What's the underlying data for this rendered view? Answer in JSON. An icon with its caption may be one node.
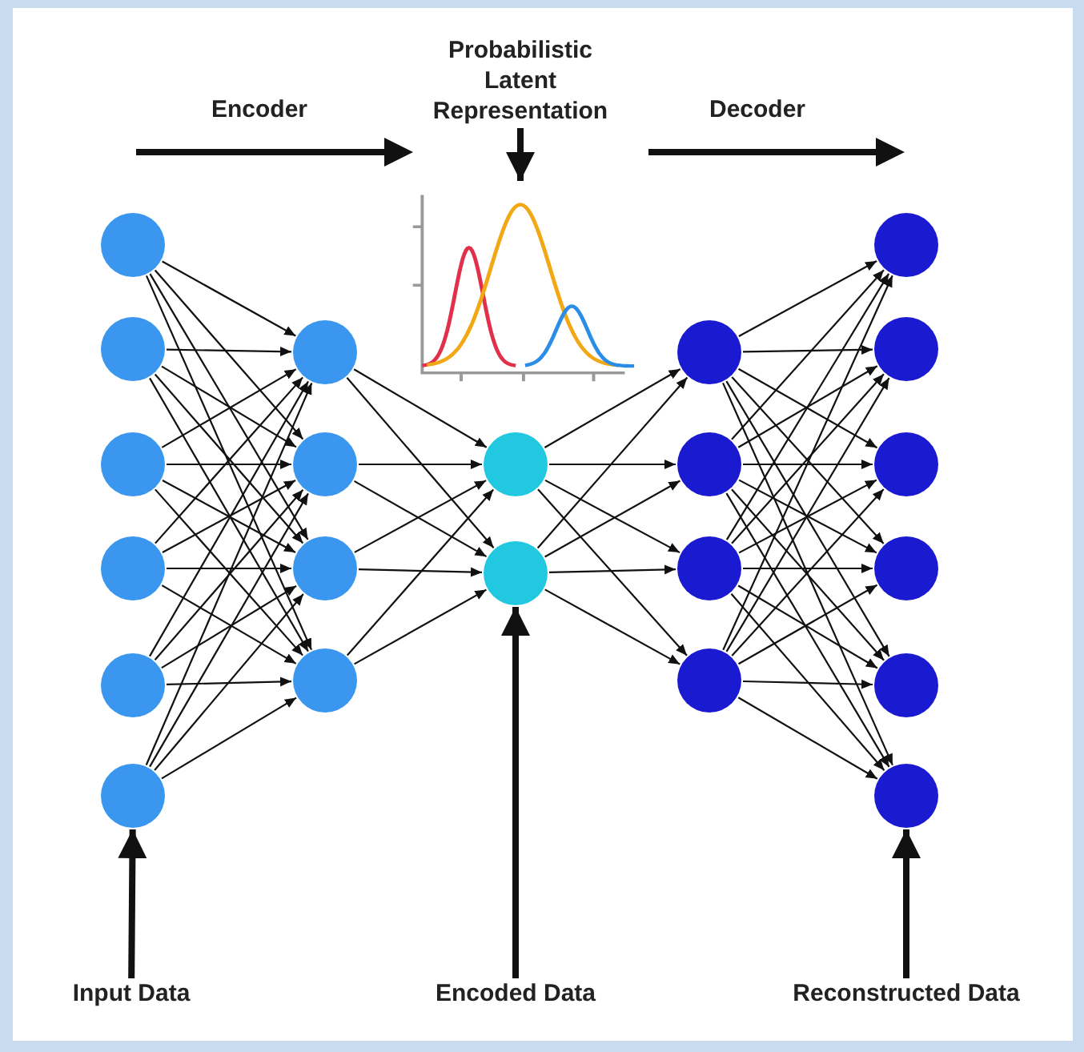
{
  "diagram": {
    "nodes": [
      {
        "text": [
          "Probabilistic Latent Representation"
        ]
      },
      {
        "text": [],
        "shape": "picture"
      },
      {
        "text": [],
        "shape": "circle"
      },
      {
        "text": [],
        "shape": "circle"
      },
      {
        "text": [],
        "shape": "circle"
      },
      {
        "text": [],
        "shape": "circle"
      },
      {
        "text": [],
        "shape": "circle"
      },
      {
        "text": [],
        "shape": "circle"
      },
      {
        "text": [],
        "shape": "circle"
      },
      {
        "text": [],
        "shape": "circle"
      },
      {
        "text": [],
        "shape": "circle"
      },
      {
        "text": [],
        "shape": "circle"
      },
      {
        "text": [],
        "shape": "circle"
      },
      {
        "text": [],
        "shape": "circle"
      },
      {
        "text": [],
        "shape": "circle"
      },
      {
        "text": [],
        "shape": "circle"
      },
      {
        "text": [],
        "shape": "circle"
      },
      {
        "text": [],
        "shape": "circle"
      },
      {
        "text": [],
        "shape": "circle"
      },
      {
        "text": [],
        "shape": "circle"
      },
      {
        "text": [],
        "shape": "circle"
      },
      {
        "text": [],
        "shape": "circle"
      },
      {
        "text": [],
        "shape": "circle"
      },
      {
        "text": [],
        "shape": "circle"
      },
      {
        "text": [
          "Input Data"
        ]
      },
      {
        "text": [
          "Encoded Data"
        ]
      },
      {
        "text": [
          "Reconstructed Data"
        ]
      }
    ],
    "edges": [
      {
        "from": 0,
        "to": 1,
        "arrow": "to",
        "style": "thick"
      },
      {
        "from": 2,
        "to": 8,
        "arrow": "to"
      },
      {
        "from": 2,
        "to": 9,
        "arrow": "to"
      },
      {
        "from": 2,
        "to": 10,
        "arrow": "to"
      },
      {
        "from": 2,
        "to": 11,
        "arrow": "to"
      },
      {
        "from": 3,
        "to": 8,
        "arrow": "to"
      },
      {
        "from": 3,
        "to": 9,
        "arrow": "to"
      },
      {
        "from": 3,
        "to": 10,
        "arrow": "to"
      },
      {
        "from": 3,
        "to": 11,
        "arrow": "to"
      },
      {
        "from": 4,
        "to": 8,
        "arrow": "to"
      },
      {
        "from": 4,
        "to": 9,
        "arrow": "to"
      },
      {
        "from": 4,
        "to": 10,
        "arrow": "to"
      },
      {
        "from": 4,
        "to": 11,
        "arrow": "to"
      },
      {
        "from": 5,
        "to": 8,
        "arrow": "to"
      },
      {
        "from": 5,
        "to": 9,
        "arrow": "to"
      },
      {
        "from": 5,
        "to": 10,
        "arrow": "to"
      },
      {
        "from": 5,
        "to": 11,
        "arrow": "to"
      },
      {
        "from": 6,
        "to": 8,
        "arrow": "to"
      },
      {
        "from": 6,
        "to": 9,
        "arrow": "to"
      },
      {
        "from": 6,
        "to": 10,
        "arrow": "to"
      },
      {
        "from": 6,
        "to": 11,
        "arrow": "to"
      },
      {
        "from": 7,
        "to": 8,
        "arrow": "to"
      },
      {
        "from": 7,
        "to": 9,
        "arrow": "to"
      },
      {
        "from": 7,
        "to": 10,
        "arrow": "to"
      },
      {
        "from": 7,
        "to": 11,
        "arrow": "to"
      },
      {
        "from": 8,
        "to": 12,
        "arrow": "to"
      },
      {
        "from": 8,
        "to": 13,
        "arrow": "to"
      },
      {
        "from": 9,
        "to": 12,
        "arrow": "to"
      },
      {
        "from": 9,
        "to": 13,
        "arrow": "to"
      },
      {
        "from": 10,
        "to": 12,
        "arrow": "to"
      },
      {
        "from": 10,
        "to": 13,
        "arrow": "to"
      },
      {
        "from": 11,
        "to": 12,
        "arrow": "to"
      },
      {
        "from": 11,
        "to": 13,
        "arrow": "to"
      },
      {
        "from": 12,
        "to": 14,
        "arrow": "to"
      },
      {
        "from": 12,
        "to": 15,
        "arrow": "to"
      },
      {
        "from": 12,
        "to": 16,
        "arrow": "to"
      },
      {
        "from": 12,
        "to": 17,
        "arrow": "to"
      },
      {
        "from": 13,
        "to": 14,
        "arrow": "to"
      },
      {
        "from": 13,
        "to": 15,
        "arrow": "to"
      },
      {
        "from": 13,
        "to": 16,
        "arrow": "to"
      },
      {
        "from": 13,
        "to": 17,
        "arrow": "to"
      },
      {
        "from": 14,
        "to": 18,
        "arrow": "to"
      },
      {
        "from": 14,
        "to": 19,
        "arrow": "to"
      },
      {
        "from": 14,
        "to": 20,
        "arrow": "to"
      },
      {
        "from": 14,
        "to": 21,
        "arrow": "to"
      },
      {
        "from": 14,
        "to": 22,
        "arrow": "to"
      },
      {
        "from": 14,
        "to": 23,
        "arrow": "to"
      },
      {
        "from": 15,
        "to": 18,
        "arrow": "to"
      },
      {
        "from": 15,
        "to": 19,
        "arrow": "to"
      },
      {
        "from": 15,
        "to": 20,
        "arrow": "to"
      },
      {
        "from": 15,
        "to": 21,
        "arrow": "to"
      },
      {
        "from": 15,
        "to": 22,
        "arrow": "to"
      },
      {
        "from": 15,
        "to": 23,
        "arrow": "to"
      },
      {
        "from": 16,
        "to": 18,
        "arrow": "to"
      },
      {
        "from": 16,
        "to": 19,
        "arrow": "to"
      },
      {
        "from": 16,
        "to": 20,
        "arrow": "to"
      },
      {
        "from": 16,
        "to": 21,
        "arrow": "to"
      },
      {
        "from": 16,
        "to": 22,
        "arrow": "to"
      },
      {
        "from": 16,
        "to": 23,
        "arrow": "to"
      },
      {
        "from": 17,
        "to": 18,
        "arrow": "to"
      },
      {
        "from": 17,
        "to": 19,
        "arrow": "to"
      },
      {
        "from": 17,
        "to": 20,
        "arrow": "to"
      },
      {
        "from": 17,
        "to": 21,
        "arrow": "to"
      },
      {
        "from": 17,
        "to": 22,
        "arrow": "to"
      },
      {
        "from": 17,
        "to": 23,
        "arrow": "to"
      },
      {
        "from": 24,
        "to": 7,
        "arrow": "to",
        "style": "thick"
      },
      {
        "from": 25,
        "to": 13,
        "arrow": "to",
        "style": "thick"
      },
      {
        "from": 26,
        "to": 23,
        "arrow": "to",
        "style": "thick"
      }
    ],
    "labels": [
      "Encoder",
      "Decoder"
    ]
  }
}
